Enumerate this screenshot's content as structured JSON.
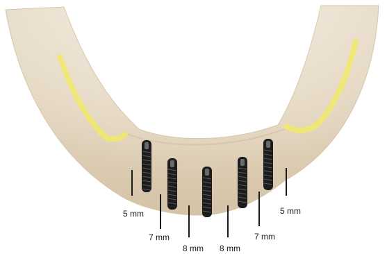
{
  "diagram": {
    "implant_labels": [
      {
        "text": "5 mm"
      },
      {
        "text": "7 mm"
      },
      {
        "text": "8 mm"
      },
      {
        "text": "8 mm"
      },
      {
        "text": "7 mm"
      },
      {
        "text": "5 mm"
      }
    ]
  },
  "colors": {
    "background": "#ffffff",
    "bone": "#ece2d2",
    "bone_shadow": "#d8c9b0",
    "nerve_canal": "#f2e96a",
    "implant": "#1c1c1c",
    "leader_line": "#1a1a1a",
    "label_text": "#1a1a1a"
  }
}
